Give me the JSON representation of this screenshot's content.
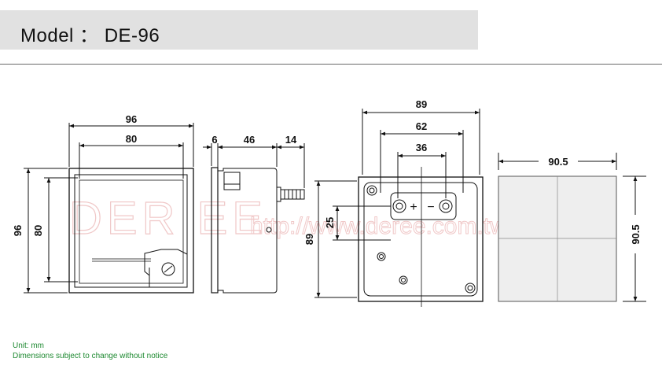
{
  "header": {
    "title": "Model ： DE-96"
  },
  "watermark": {
    "brand": "DER EE",
    "url": "http://www.deree.com.tw"
  },
  "front_view": {
    "outer_width": "96",
    "inner_width": "80",
    "outer_height": "96",
    "inner_height": "80"
  },
  "side_view": {
    "bezel_depth": "6",
    "body_depth": "46",
    "terminal_depth": "14"
  },
  "rear_view": {
    "overall_width": "89",
    "terminal_span": "62",
    "terminal_pitch": "36",
    "terminal_height": "25",
    "overall_height": "89",
    "plus_sign": "+",
    "minus_sign": "−"
  },
  "cutout_view": {
    "width": "90.5",
    "height": "90.5"
  },
  "footer": {
    "unit": "Unit: mm",
    "notice": "Dimensions subject to change without notice"
  }
}
